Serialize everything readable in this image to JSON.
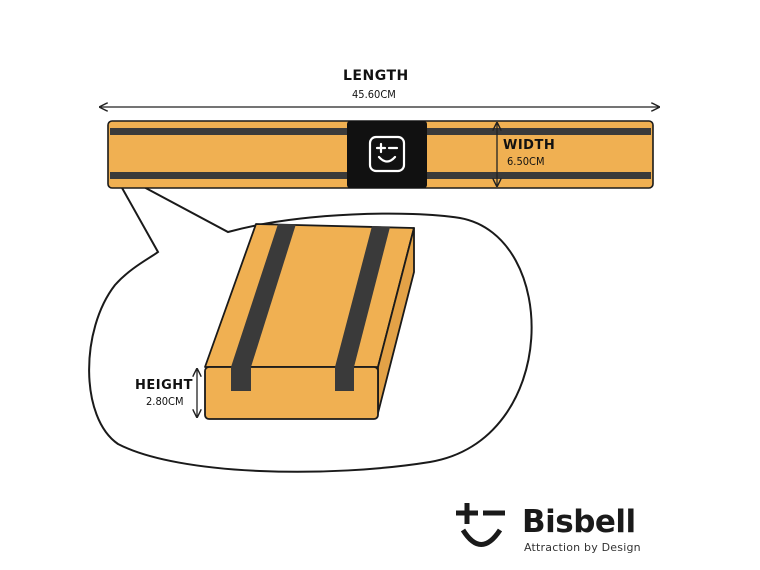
{
  "dimensions": {
    "length": {
      "label": "LENGTH",
      "value": "45.60CM"
    },
    "width": {
      "label": "WIDTH",
      "value": "6.50CM"
    },
    "height": {
      "label": "HEIGHT",
      "value": "2.80CM"
    }
  },
  "brand": {
    "name": "Bisbell",
    "tagline": "Attraction by Design",
    "logo_icon": "plus-minus-smile-icon"
  },
  "colors": {
    "wood": "#f0b052",
    "strip": "#3a3a3a",
    "badge": "#111111",
    "outline": "#1a1a1a"
  }
}
